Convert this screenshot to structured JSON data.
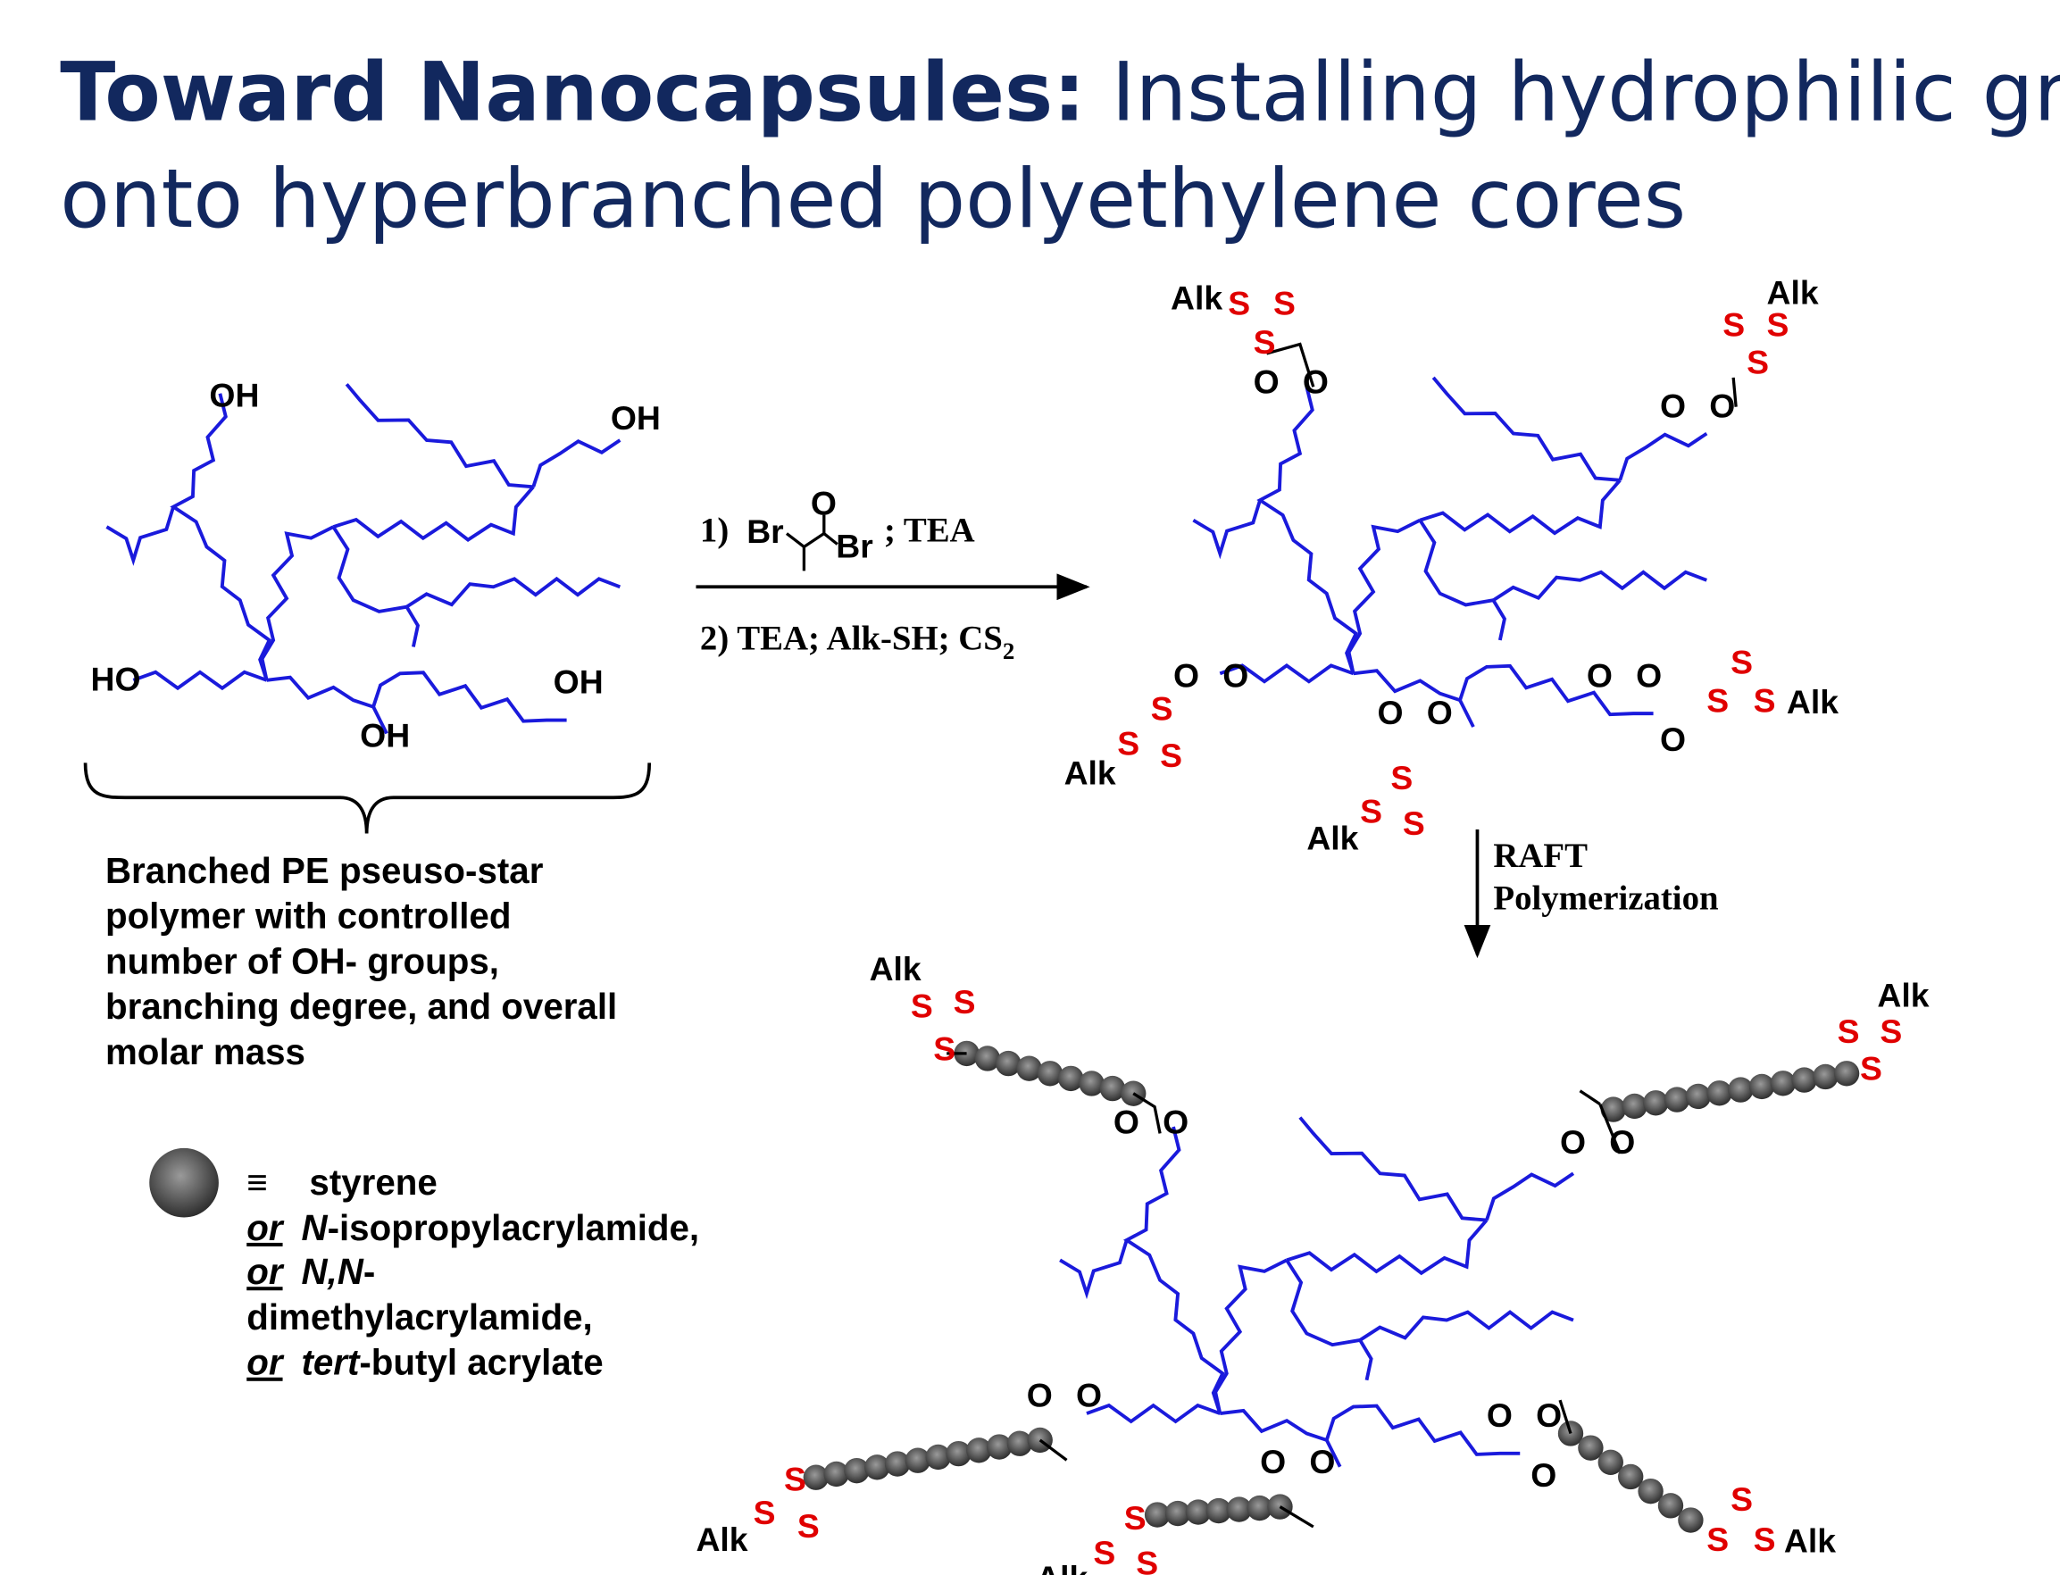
{
  "title": {
    "bold": "Toward Nanocapsules:",
    "rest_line1": " Installing hydrophilic grafts",
    "line2": "onto hyperbranched polyethylene cores"
  },
  "atoms": {
    "oh": "OH",
    "ho": "HO",
    "alk": "Alk",
    "s": "S",
    "o": "O",
    "br": "Br"
  },
  "reaction1": {
    "step1_prefix": "1)",
    "step1_suffix": "; TEA",
    "step2": "2)  TEA; Alk-SH; CS",
    "step2_sub": "2"
  },
  "reaction2": {
    "line1": "RAFT",
    "line2": "Polymerization"
  },
  "caption": {
    "lines": [
      "Branched PE pseuso-star",
      "polymer with controlled",
      "number of OH- groups,",
      "branching degree, and overall",
      "molar mass"
    ]
  },
  "legend": {
    "equiv": "≡",
    "first": "styrene",
    "or": "or",
    "opt1_italic": "N",
    "opt1_rest": "-isopropylacrylamide,",
    "opt2_italic": "N,N",
    "opt2_rest": "-",
    "opt2_line2": "dimethylacrylamide,",
    "opt3_italic": "tert",
    "opt3_rest": "-butyl acrylate"
  },
  "colors": {
    "title": "#12285e",
    "chain": "#1a1adc",
    "sulfur": "#e00000",
    "bead": "#555555"
  }
}
